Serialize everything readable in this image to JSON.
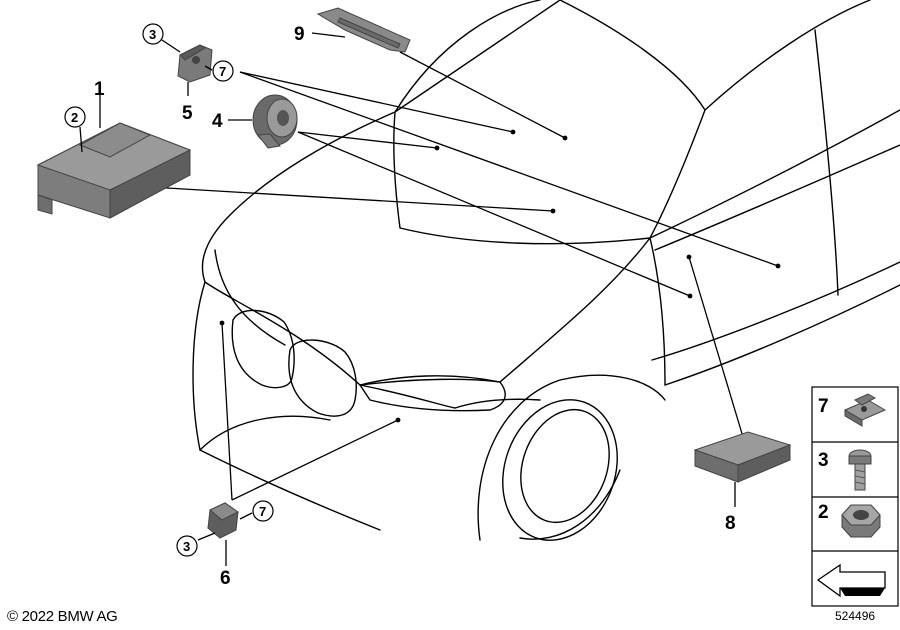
{
  "callouts": {
    "c1": "1",
    "c2": "2",
    "c3a": "3",
    "c4": "4",
    "c5": "5",
    "c6": "6",
    "c7a": "7",
    "c8": "8",
    "c9": "9",
    "c3b": "3",
    "c7b": "7"
  },
  "legend": {
    "items": [
      {
        "label": "7",
        "icon": "bracket-nut-icon"
      },
      {
        "label": "3",
        "icon": "bolt-icon"
      },
      {
        "label": "2",
        "icon": "hex-nut-icon"
      }
    ],
    "arrow_icon": "direction-arrow-icon"
  },
  "footer": {
    "copyright": "© 2022 BMW AG",
    "doc_number": "524496"
  },
  "colors": {
    "line": "#000000",
    "part_fill": "#8a8a8a",
    "part_dark": "#5a5a5a"
  }
}
